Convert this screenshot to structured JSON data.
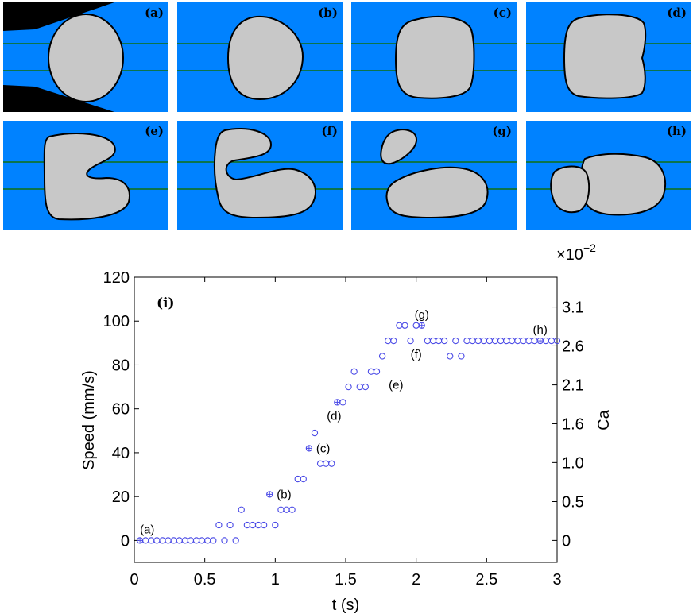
{
  "panels": [
    {
      "label": "(a)"
    },
    {
      "label": "(b)"
    },
    {
      "label": "(c)"
    },
    {
      "label": "(d)"
    },
    {
      "label": "(e)"
    },
    {
      "label": "(f)"
    },
    {
      "label": "(g)"
    },
    {
      "label": "(h)"
    }
  ],
  "colors": {
    "channel": "#0082ff",
    "droplet": "#c8c8c8",
    "nozzle": "#000000",
    "guide_lines": "#107010",
    "markers": "#4a4ae6"
  },
  "chart_data": {
    "type": "scatter",
    "panel_label": "(i)",
    "xlabel": "t (s)",
    "ylabel": "Speed  (mm/s)",
    "y2label": "Ca",
    "y2_multiplier": "×10",
    "y2_exponent": "−2",
    "xlim": [
      0,
      3
    ],
    "ylim": [
      -10,
      120
    ],
    "xticks": [
      0,
      0.5,
      1,
      1.5,
      2,
      2.5,
      3
    ],
    "xtick_labels": [
      "0",
      "0.5",
      "1",
      "1.5",
      "2",
      "2.5",
      "3"
    ],
    "yticks": [
      0,
      20,
      40,
      60,
      80,
      100,
      120
    ],
    "y2ticks_at_y": [
      0,
      17.7,
      35.5,
      53.2,
      70.9,
      88.7,
      106.4,
      124.1
    ],
    "y2tick_labels": [
      "0",
      "0.5",
      "1.0",
      "1.6",
      "2.1",
      "2.6",
      "3.1"
    ],
    "grid": false,
    "series": [
      {
        "marker": "circle",
        "x": [
          0.04,
          0.08,
          0.12,
          0.16,
          0.2,
          0.24,
          0.28,
          0.32,
          0.36,
          0.4,
          0.44,
          0.48,
          0.52,
          0.56,
          0.6,
          0.64,
          0.68,
          0.72,
          0.76,
          0.8,
          0.84,
          0.88,
          0.92,
          0.96,
          1.0,
          1.04,
          1.08,
          1.12,
          1.16,
          1.2,
          1.24,
          1.28,
          1.32,
          1.36,
          1.4,
          1.44,
          1.48,
          1.52,
          1.56,
          1.6,
          1.64,
          1.68,
          1.72,
          1.76,
          1.8,
          1.84,
          1.88,
          1.92,
          1.96,
          2.0,
          2.04,
          2.08,
          2.12,
          2.16,
          2.2,
          2.24,
          2.28,
          2.32,
          2.36,
          2.4,
          2.44,
          2.48,
          2.52,
          2.56,
          2.6,
          2.64,
          2.68,
          2.72,
          2.76,
          2.8,
          2.84,
          2.88,
          2.92,
          2.96,
          3.0
        ],
        "y": [
          0,
          0,
          0,
          0,
          0,
          0,
          0,
          0,
          0,
          0,
          0,
          0,
          0,
          0,
          7,
          0,
          7,
          0,
          14,
          7,
          7,
          7,
          7,
          21,
          7,
          14,
          14,
          14,
          28,
          28,
          42,
          49,
          35,
          35,
          35,
          63,
          63,
          70,
          77,
          70,
          70,
          77,
          77,
          84,
          91,
          91,
          98,
          98,
          91,
          98,
          98,
          91,
          91,
          91,
          91,
          84,
          91,
          84,
          91,
          91,
          91,
          91,
          91,
          91,
          91,
          91,
          91,
          91,
          91,
          91,
          91,
          91,
          91,
          91,
          91
        ]
      }
    ],
    "annotations": [
      {
        "text": "(a)",
        "x": 0.04,
        "y": 0
      },
      {
        "text": "(b)",
        "x": 0.96,
        "y": 21
      },
      {
        "text": "(c)",
        "x": 1.24,
        "y": 42
      },
      {
        "text": "(d)",
        "x": 1.44,
        "y": 63
      },
      {
        "text": "(e)",
        "x": 1.84,
        "y": 77
      },
      {
        "text": "(f)",
        "x": 2.0,
        "y": 91
      },
      {
        "text": "(g)",
        "x": 2.04,
        "y": 98
      },
      {
        "text": "(h)",
        "x": 2.88,
        "y": 91
      }
    ]
  }
}
